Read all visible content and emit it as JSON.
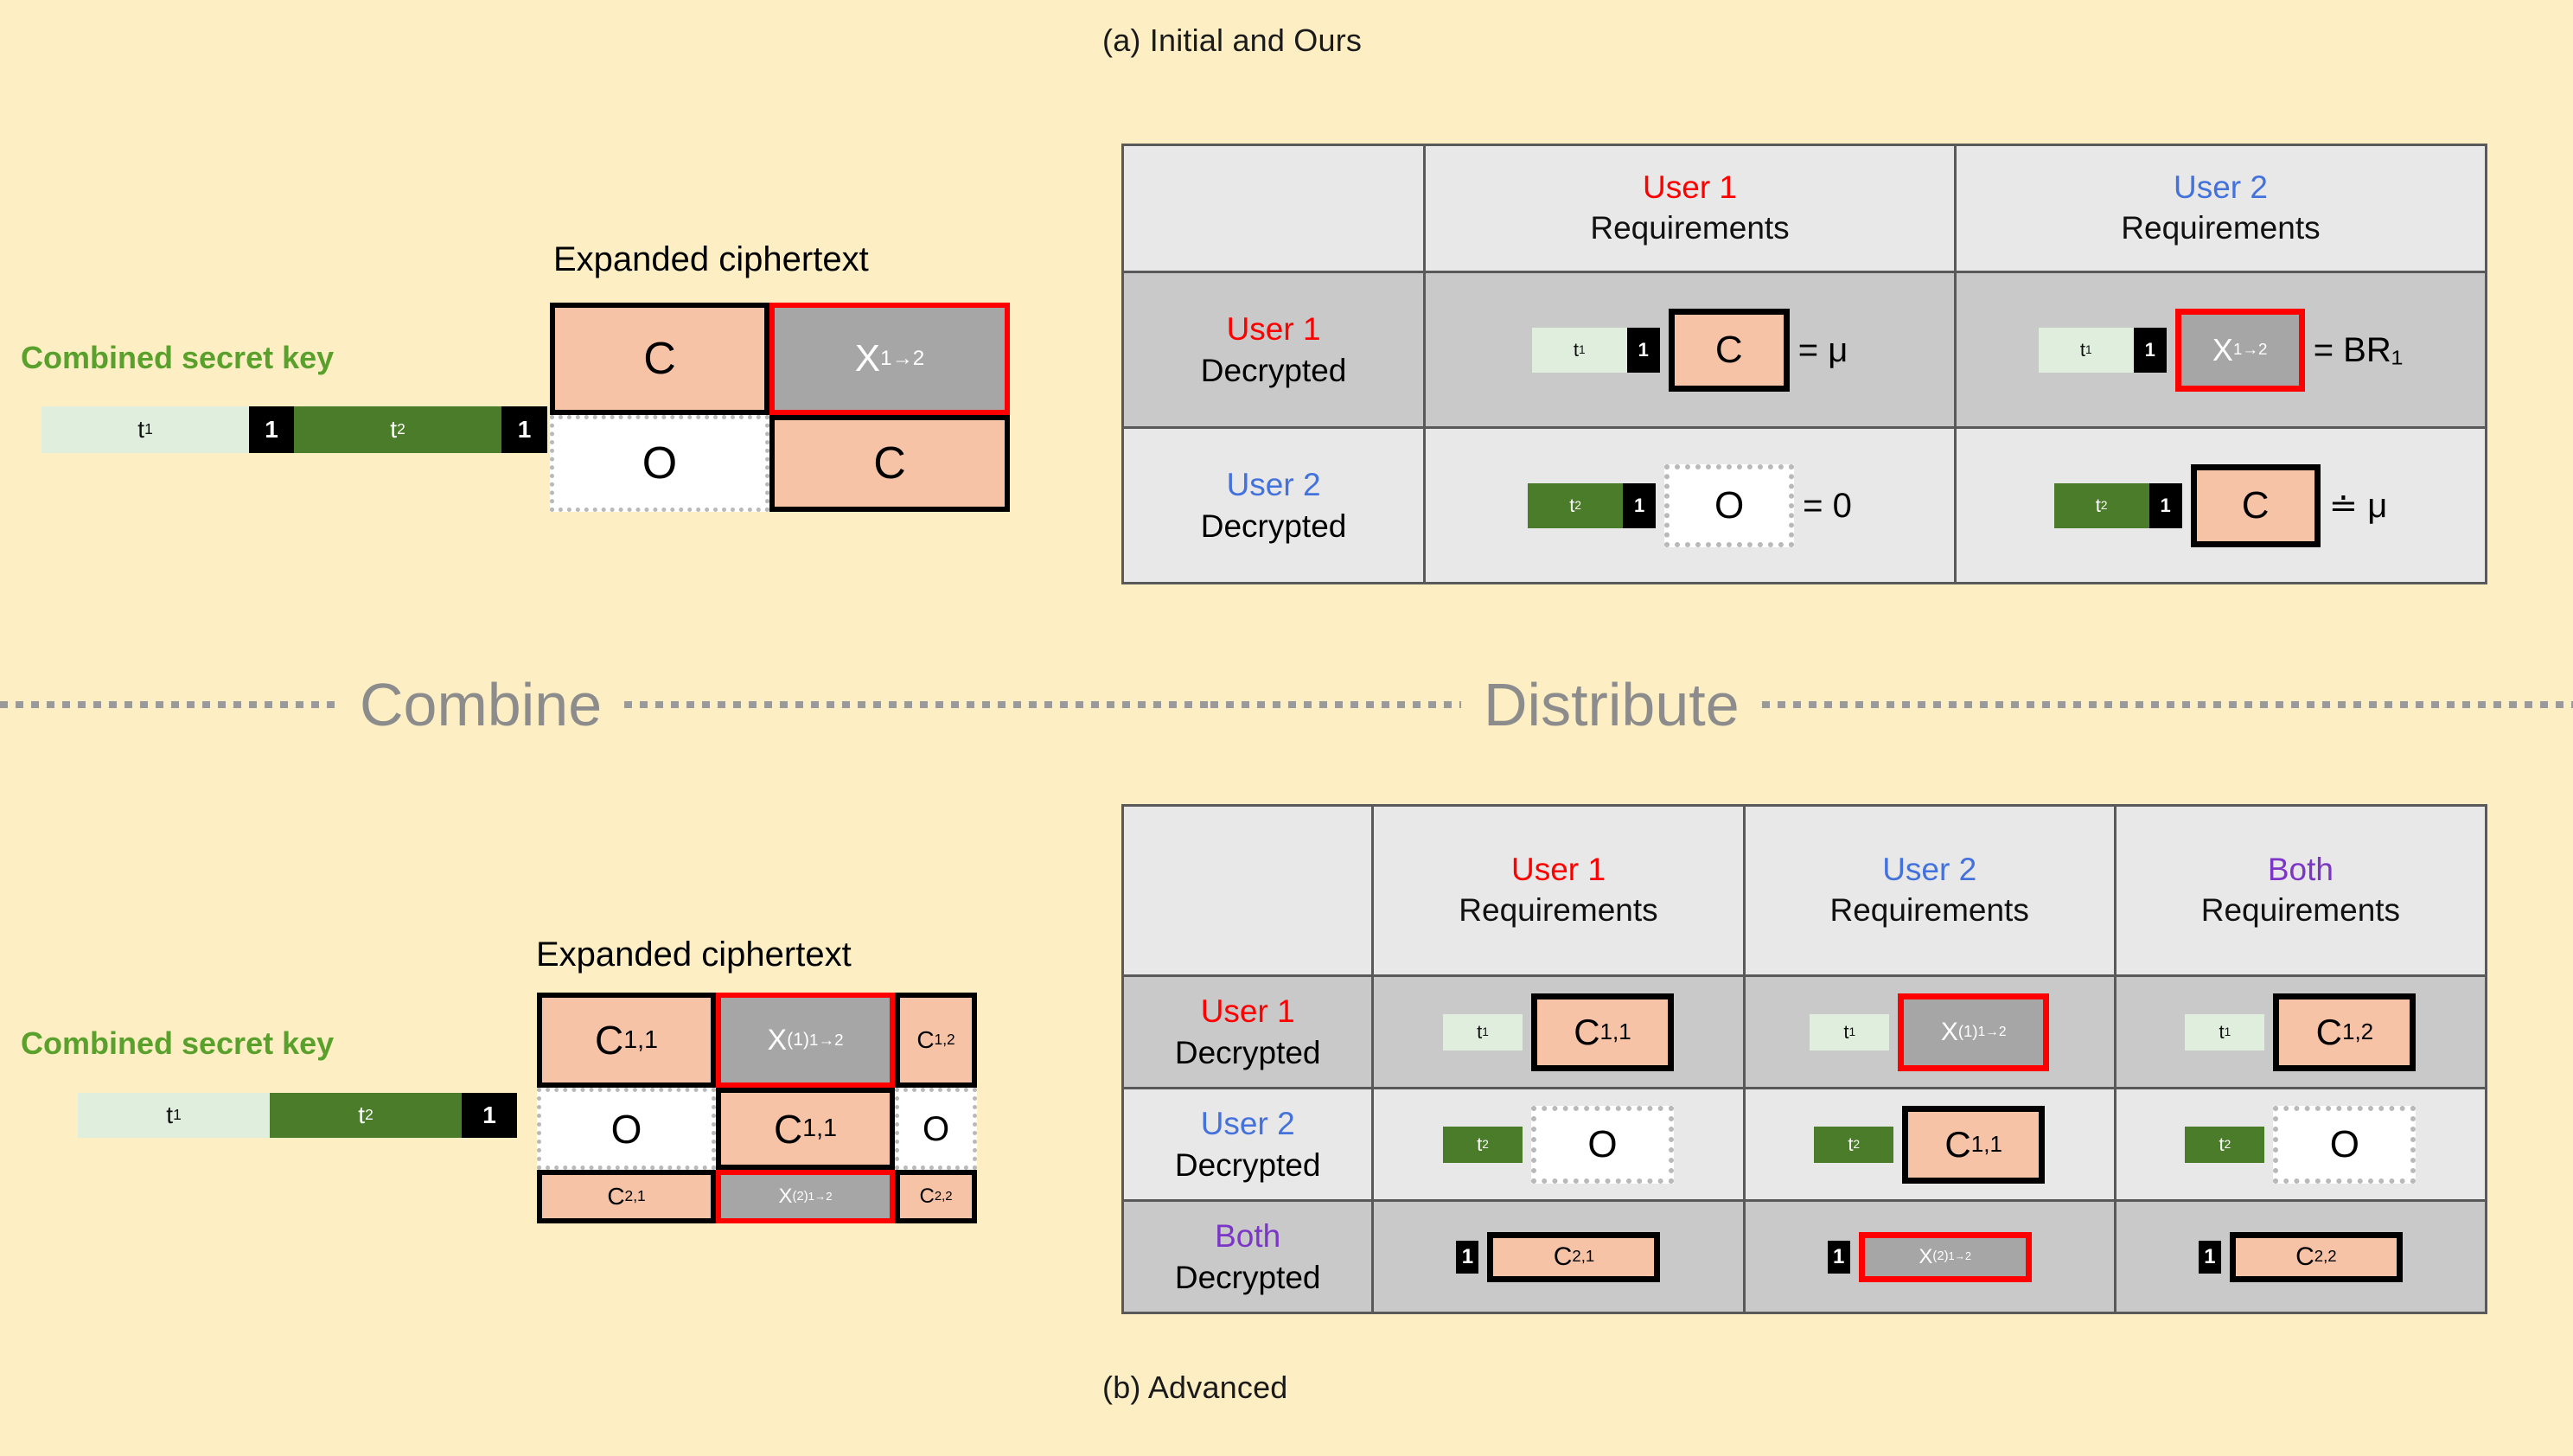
{
  "captions": {
    "top": "(a) Initial and Ours",
    "bottom": "(b) Advanced"
  },
  "divider": {
    "left_word": "Combine",
    "right_word": "Distribute"
  },
  "labels": {
    "combined_secret_key": "Combined secret key",
    "expanded_ciphertext": "Expanded ciphertext"
  },
  "panel_a": {
    "key_segments": [
      {
        "text": "t",
        "sub": "1",
        "kind": "t1"
      },
      {
        "text": "1",
        "sub": "",
        "kind": "one"
      },
      {
        "text": "t",
        "sub": "2",
        "kind": "t2"
      },
      {
        "text": "1",
        "sub": "",
        "kind": "one"
      }
    ],
    "matrix": [
      [
        {
          "main": "C",
          "sup": "",
          "sub": "",
          "kind": "orange"
        },
        {
          "main": "X",
          "sup": "",
          "sub": "1→2",
          "kind": "gray"
        }
      ],
      [
        {
          "main": "O",
          "sup": "",
          "sub": "",
          "kind": "white"
        },
        {
          "main": "C",
          "sup": "",
          "sub": "",
          "kind": "orange"
        }
      ]
    ],
    "table": {
      "col_headers": [
        {
          "user": "",
          "req": ""
        },
        {
          "user": "User 1",
          "req": "Requirements",
          "color_class": "u1"
        },
        {
          "user": "User 2",
          "req": "Requirements",
          "color_class": "u2"
        }
      ],
      "rows": [
        {
          "label_user": "User 1",
          "label_color": "u1",
          "label_state": "Decrypted",
          "cells": [
            {
              "key": [
                "t1",
                "one"
              ],
              "box": {
                "main": "C",
                "sup": "",
                "sub": "",
                "kind": "orange"
              },
              "result": "= μ"
            },
            {
              "key": [
                "t1",
                "one"
              ],
              "box": {
                "main": "X",
                "sup": "",
                "sub": "1→2",
                "kind": "gray"
              },
              "result": "= BR₁"
            }
          ]
        },
        {
          "label_user": "User 2",
          "label_color": "u2",
          "label_state": "Decrypted",
          "cells": [
            {
              "key": [
                "t2",
                "one"
              ],
              "box": {
                "main": "O",
                "sup": "",
                "sub": "",
                "kind": "white"
              },
              "result": "= 0"
            },
            {
              "key": [
                "t2",
                "one"
              ],
              "box": {
                "main": "C",
                "sup": "",
                "sub": "",
                "kind": "orange"
              },
              "result": "≐ μ"
            }
          ]
        }
      ]
    }
  },
  "panel_b": {
    "key_segments": [
      {
        "text": "t",
        "sub": "1",
        "kind": "t1"
      },
      {
        "text": "t",
        "sub": "2",
        "kind": "t2"
      },
      {
        "text": "1",
        "sub": "",
        "kind": "one"
      }
    ],
    "matrix": [
      [
        {
          "main": "C",
          "sup": "1,1",
          "sub": "",
          "kind": "orange",
          "size": "big"
        },
        {
          "main": "X",
          "sup": "(1)",
          "sub": "1→2",
          "kind": "gray",
          "size": "big"
        },
        {
          "main": "C",
          "sup": "1,2",
          "sub": "",
          "kind": "orange",
          "size": "small"
        }
      ],
      [
        {
          "main": "O",
          "sup": "",
          "sub": "",
          "kind": "white",
          "size": "big"
        },
        {
          "main": "C",
          "sup": "1,1",
          "sub": "",
          "kind": "orange",
          "size": "big"
        },
        {
          "main": "O",
          "sup": "",
          "sub": "",
          "kind": "white",
          "size": "small"
        }
      ],
      [
        {
          "main": "C",
          "sup": "2,1",
          "sub": "",
          "kind": "orange",
          "size": "small"
        },
        {
          "main": "X",
          "sup": "(2)",
          "sub": "1→2",
          "kind": "gray",
          "size": "small"
        },
        {
          "main": "C",
          "sup": "2,2",
          "sub": "",
          "kind": "orange",
          "size": "small"
        }
      ]
    ],
    "table": {
      "col_headers": [
        {
          "user": "",
          "req": ""
        },
        {
          "user": "User 1",
          "req": "Requirements",
          "color_class": "u1"
        },
        {
          "user": "User 2",
          "req": "Requirements",
          "color_class": "u2"
        },
        {
          "user": "Both",
          "req": "Requirements",
          "color_class": "both"
        }
      ],
      "rows": [
        {
          "label_user": "User 1",
          "label_color": "u1",
          "label_state": "Decrypted",
          "cells": [
            {
              "key": [
                "t1"
              ],
              "box": {
                "main": "C",
                "sup": "1,1",
                "sub": "",
                "kind": "orange"
              }
            },
            {
              "key": [
                "t1"
              ],
              "box": {
                "main": "X",
                "sup": "(1)",
                "sub": "1→2",
                "kind": "gray"
              }
            },
            {
              "key": [
                "t1"
              ],
              "box": {
                "main": "C",
                "sup": "1,2",
                "sub": "",
                "kind": "orange"
              }
            }
          ]
        },
        {
          "label_user": "User 2",
          "label_color": "u2",
          "label_state": "Decrypted",
          "cells": [
            {
              "key": [
                "t2"
              ],
              "box": {
                "main": "O",
                "sup": "",
                "sub": "",
                "kind": "white"
              }
            },
            {
              "key": [
                "t2"
              ],
              "box": {
                "main": "C",
                "sup": "1,1",
                "sub": "",
                "kind": "orange"
              }
            },
            {
              "key": [
                "t2"
              ],
              "box": {
                "main": "O",
                "sup": "",
                "sub": "",
                "kind": "white"
              }
            }
          ]
        },
        {
          "label_user": "Both",
          "label_color": "both",
          "label_state": "Decrypted",
          "cells": [
            {
              "key": [
                "one"
              ],
              "box": {
                "main": "C",
                "sup": "2,1",
                "sub": "",
                "kind": "orange"
              }
            },
            {
              "key": [
                "one"
              ],
              "box": {
                "main": "X",
                "sup": "(2)",
                "sub": "1→2",
                "kind": "gray"
              }
            },
            {
              "key": [
                "one"
              ],
              "box": {
                "main": "C",
                "sup": "2,2",
                "sub": "",
                "kind": "orange"
              }
            }
          ]
        }
      ]
    }
  },
  "colors": {
    "background": "#fdeec4",
    "ciphertext_orange": "#f6c3a6",
    "noise_gray": "#a6a6a6",
    "highlight_red": "#ff0000",
    "key_t1": "#dfeedd",
    "key_t2": "#4a7c2a",
    "user1": "#ff0000",
    "user2": "#4472dd",
    "both": "#7b35c7",
    "secret_key_label": "#5aa02c"
  }
}
